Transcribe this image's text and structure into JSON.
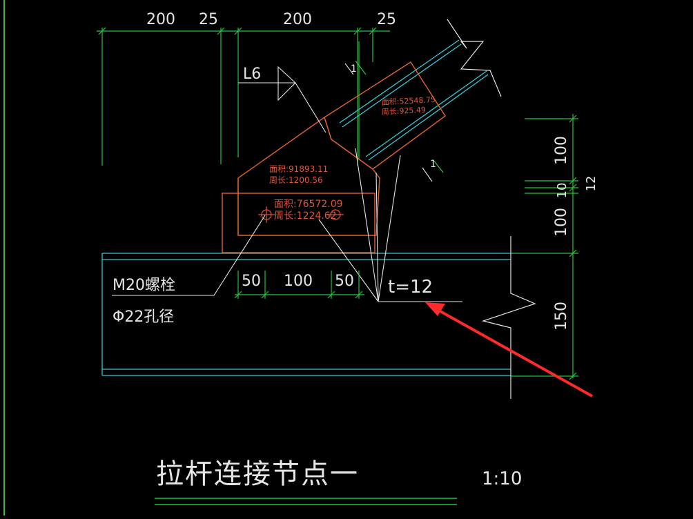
{
  "dims_top": [
    "200",
    "25",
    "200",
    "25"
  ],
  "dims_right": [
    "100",
    "10",
    "12",
    "100",
    "150"
  ],
  "dims_bottom": [
    "50",
    "100",
    "50"
  ],
  "angle_label": "L6",
  "ticks": [
    "1",
    "1"
  ],
  "plates": [
    {
      "area": "面积:52548.75",
      "perimeter": "周长:925.49"
    },
    {
      "area": "面积:91893.11",
      "perimeter": "周长:1200.56"
    },
    {
      "area": "面积:76572.09",
      "perimeter": "周长:1224.62"
    }
  ],
  "bolt_label": "M20螺栓",
  "hole_label": "Φ22孔径",
  "thickness_label": "t=12",
  "title": "拉杆连接节点一",
  "scale": "1:10",
  "colors": {
    "background": "#000000",
    "dimension_line": "#27c23a",
    "member_line": "#33c9d6",
    "plate_line": "#e0622e",
    "annotation": "#e6e6e6",
    "pointer_arrow": "#ff2a2a"
  }
}
